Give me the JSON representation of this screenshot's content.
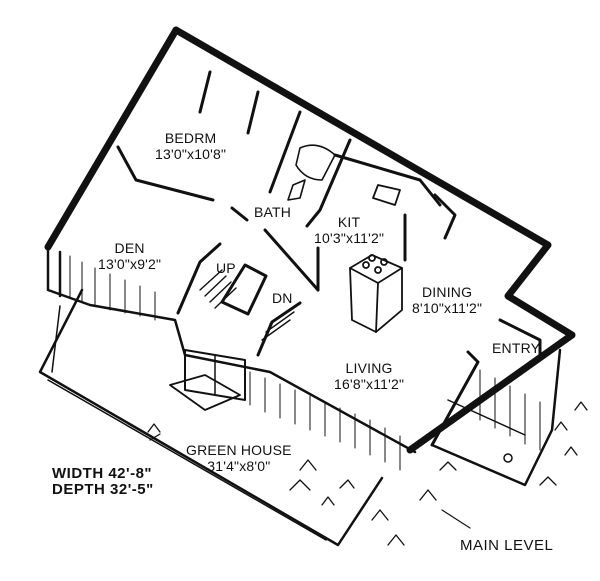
{
  "rooms": {
    "bedroom": {
      "name": "BEDRM",
      "size": "13'0\"x10'8\""
    },
    "bath": {
      "name": "BATH"
    },
    "kitchen": {
      "name": "KIT",
      "size": "10'3\"x11'2\""
    },
    "den": {
      "name": "DEN",
      "size": "13'0\"x9'2\""
    },
    "dining": {
      "name": "DINING",
      "size": "8'10\"x11'2\""
    },
    "living": {
      "name": "LIVING",
      "size": "16'8\"x11'2\""
    },
    "entry": {
      "name": "ENTRY"
    },
    "greenhouse": {
      "name": "GREEN HOUSE",
      "size": "31'4\"x8'0\""
    }
  },
  "stairs": {
    "up_label": "UP",
    "down_label": "DN"
  },
  "overall": {
    "width": "WIDTH 42'-8\"",
    "depth": "DEPTH 32'-5\""
  },
  "level_label": "MAIN LEVEL",
  "colors": {
    "ink": "#111111",
    "paper": "#ffffff"
  }
}
